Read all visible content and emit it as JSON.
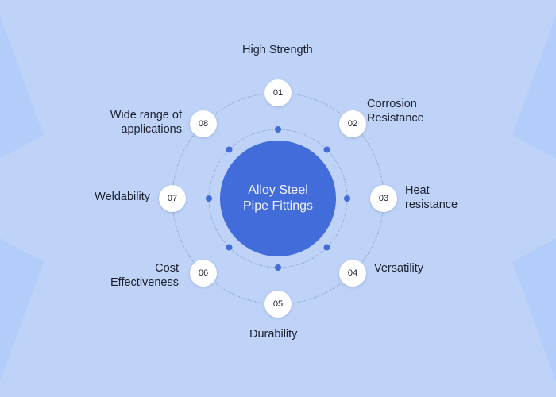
{
  "title": [
    "Alloy Steel",
    "Pipe Fittings"
  ],
  "colors": {
    "background": "#bfd3f8",
    "accent": "#416cd9",
    "node": "#ffffff",
    "text": "#1b1f2e"
  },
  "items": [
    {
      "number": "01",
      "label": [
        "High Strength"
      ]
    },
    {
      "number": "02",
      "label": [
        "Corrosion",
        "Resistance"
      ]
    },
    {
      "number": "03",
      "label": [
        "Heat",
        "resistance"
      ]
    },
    {
      "number": "04",
      "label": [
        "Versatility"
      ]
    },
    {
      "number": "05",
      "label": [
        "Durability"
      ]
    },
    {
      "number": "06",
      "label": [
        "Cost",
        "Effectiveness"
      ]
    },
    {
      "number": "07",
      "label": [
        "Weldability"
      ]
    },
    {
      "number": "08",
      "label": [
        "Wide range of",
        "applications"
      ]
    }
  ]
}
